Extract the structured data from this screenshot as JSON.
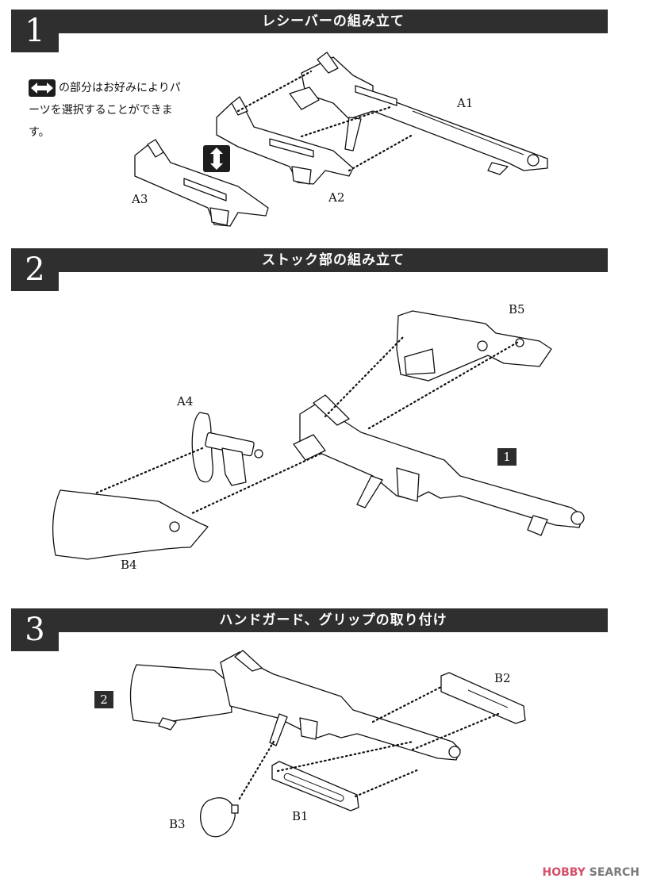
{
  "steps": [
    {
      "number": "1",
      "title": "レシーバーの組み立て"
    },
    {
      "number": "2",
      "title": "ストック部の組み立て"
    },
    {
      "number": "3",
      "title": "ハンドガード、グリップの取り付け"
    }
  ],
  "step1": {
    "note": "の部分はお好みによりパーツを選択することができます。",
    "parts": {
      "a1": "A1",
      "a2": "A2",
      "a3": "A3"
    }
  },
  "step2": {
    "parts": {
      "a4": "A4",
      "b4": "B4",
      "b5": "B5"
    },
    "ref_badge": "1"
  },
  "step3": {
    "parts": {
      "b1": "B1",
      "b2": "B2",
      "b3": "B3"
    },
    "ref_badge": "2"
  },
  "icons": [
    "left-right-arrow-icon",
    "up-down-arrow-icon"
  ],
  "watermark": {
    "brand": "HOBBY",
    "suffix": "SEARCH"
  }
}
